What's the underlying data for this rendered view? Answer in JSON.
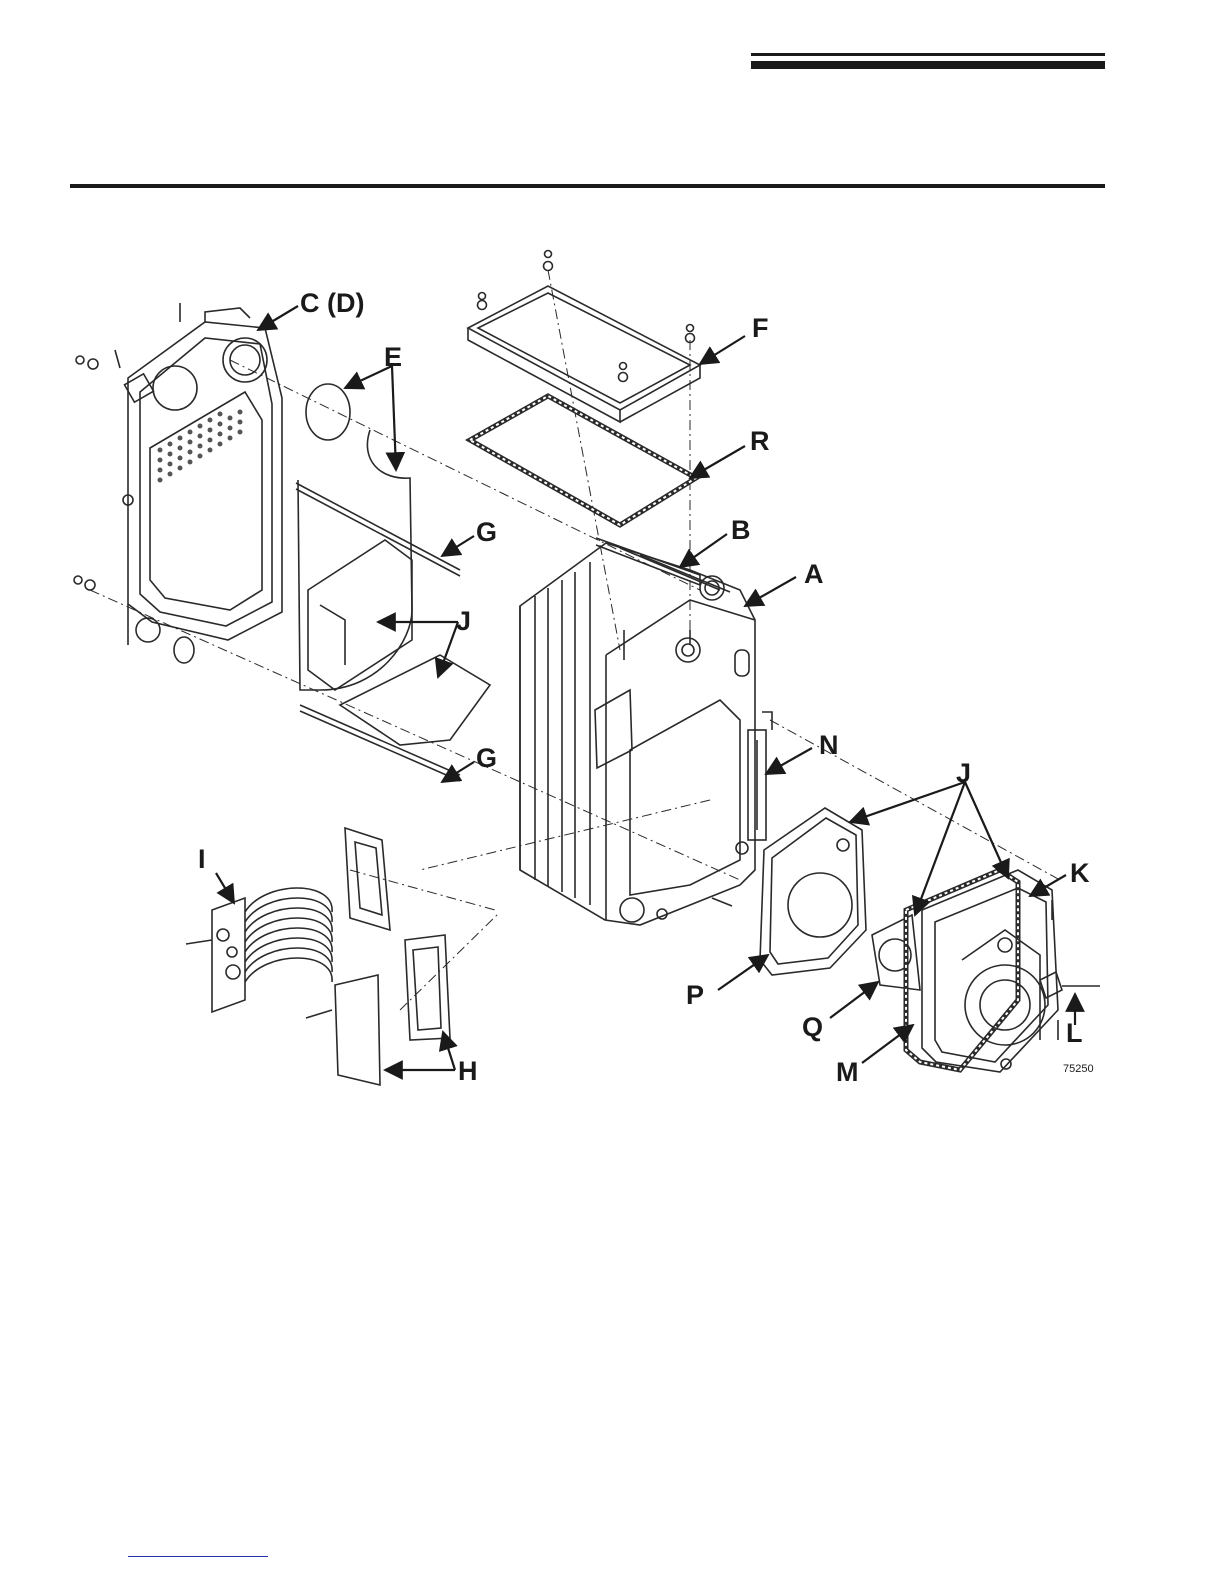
{
  "diagram": {
    "callouts": [
      {
        "id": "A",
        "text": "A"
      },
      {
        "id": "B",
        "text": "B"
      },
      {
        "id": "CD",
        "text": "C (D)"
      },
      {
        "id": "E",
        "text": "E"
      },
      {
        "id": "F",
        "text": "F"
      },
      {
        "id": "G1",
        "text": "G"
      },
      {
        "id": "G2",
        "text": "G"
      },
      {
        "id": "H",
        "text": "H"
      },
      {
        "id": "I",
        "text": "I"
      },
      {
        "id": "J1",
        "text": "J"
      },
      {
        "id": "J2",
        "text": "J"
      },
      {
        "id": "K",
        "text": "K"
      },
      {
        "id": "L",
        "text": "L"
      },
      {
        "id": "M",
        "text": "M"
      },
      {
        "id": "N",
        "text": "N"
      },
      {
        "id": "P",
        "text": "P"
      },
      {
        "id": "Q",
        "text": "Q"
      },
      {
        "id": "R",
        "text": "R"
      }
    ],
    "part_number": "75250"
  }
}
